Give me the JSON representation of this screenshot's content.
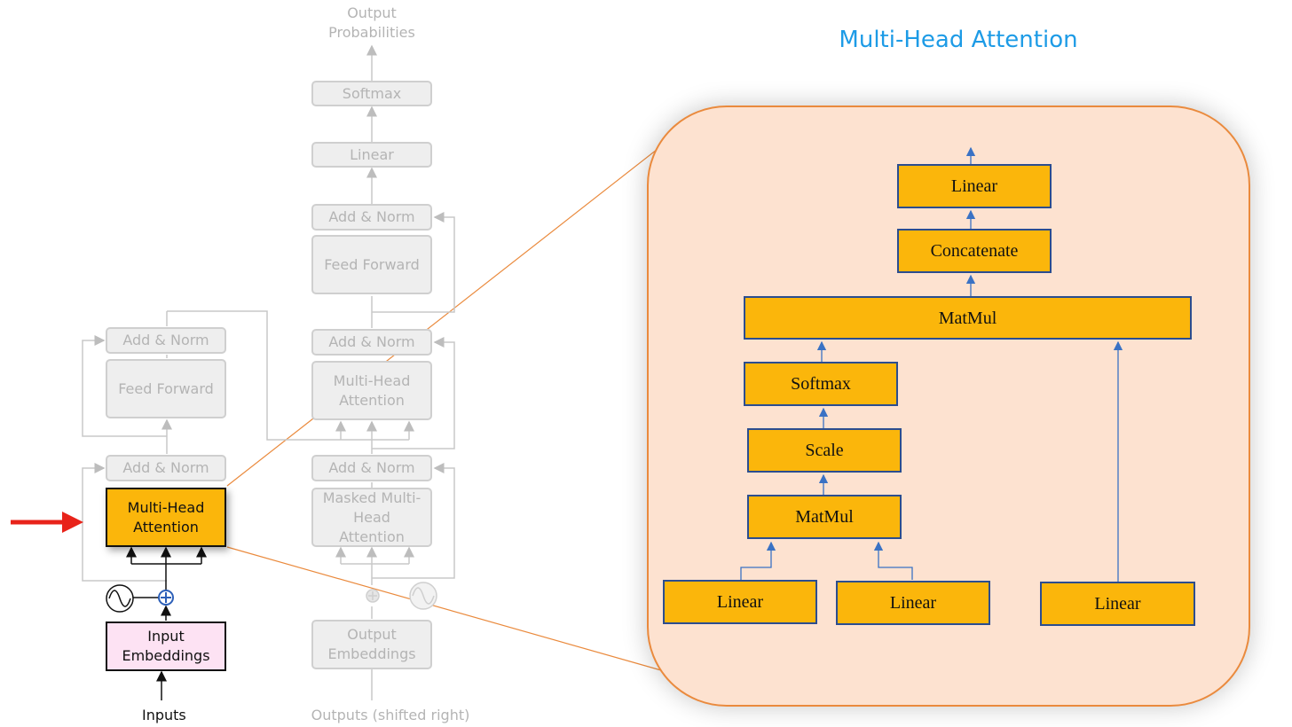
{
  "title": "Multi-Head Attention",
  "colors": {
    "title": "#1d9be6",
    "block_fill": "#fbb60b",
    "panel_fill": "#fde2d0",
    "panel_border": "#ea8a3d",
    "embedding_fill": "#fde2f3",
    "pointer_arrow": "#e8231a",
    "faded": "#cfcfcf"
  },
  "icons": {
    "positional_encoding": "sine-wave-icon",
    "add": "plus-circle-icon",
    "pointer": "red-arrow-icon"
  },
  "encoder": {
    "inputs_label": "Inputs",
    "input_embeddings": "Input Embeddings",
    "multi_head_attention": "Multi-Head Attention",
    "add_norm_1": "Add & Norm",
    "feed_forward": "Feed Forward",
    "add_norm_2": "Add & Norm"
  },
  "decoder": {
    "outputs_label": "Outputs (shifted right)",
    "output_embeddings": "Output Embeddings",
    "masked_attention": "Masked Multi-Head Attention",
    "add_norm_1": "Add & Norm",
    "cross_attention": "Multi-Head Attention",
    "add_norm_2": "Add & Norm",
    "feed_forward": "Feed Forward",
    "add_norm_3": "Add & Norm",
    "linear": "Linear",
    "softmax": "Softmax",
    "output_probabilities": "Output Probabilities"
  },
  "attention_detail": {
    "linear_q": "Linear",
    "linear_k": "Linear",
    "linear_v": "Linear",
    "matmul_1": "MatMul",
    "scale": "Scale",
    "softmax": "Softmax",
    "matmul_2": "MatMul",
    "concatenate": "Concatenate",
    "linear_out": "Linear"
  }
}
